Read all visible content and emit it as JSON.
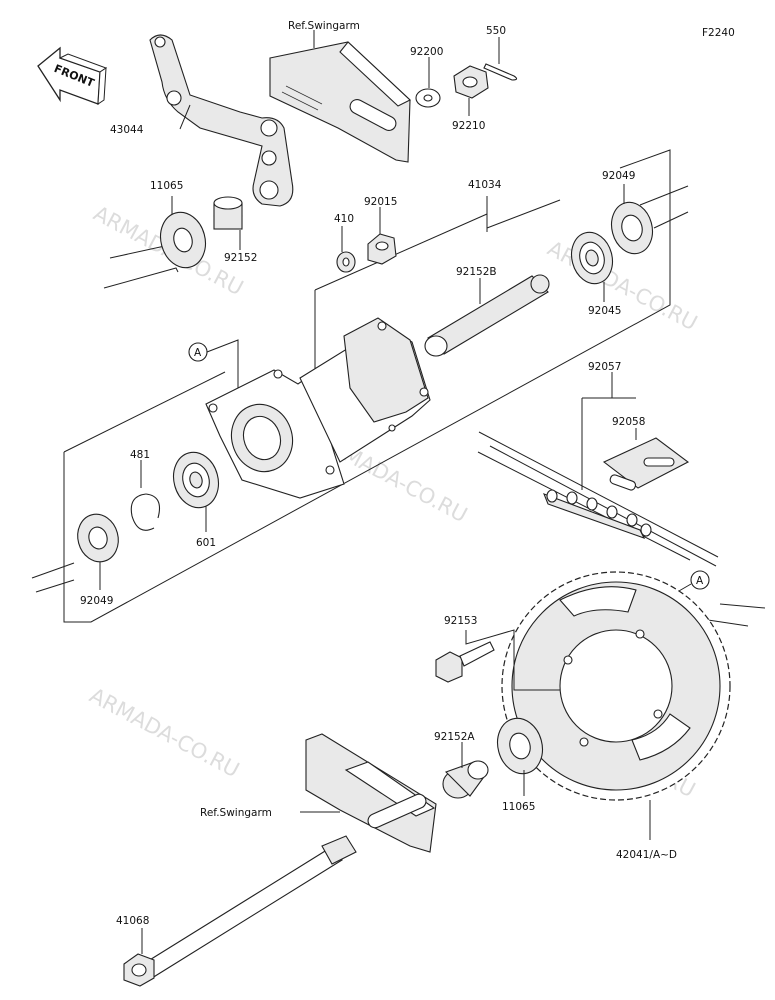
{
  "diagram_code": "F2240",
  "front_label": "FRONT",
  "watermark": "ARMADA-CO.RU",
  "references": {
    "swingarm_top": "Ref.Swingarm",
    "swingarm_bottom": "Ref.Swingarm",
    "callout_hub": "A",
    "callout_sprocket": "A"
  },
  "parts": {
    "p550": "550",
    "p92200": "92200",
    "p92210": "92210",
    "p43044": "43044",
    "p11065_top": "11065",
    "p92152": "92152",
    "p41034": "41034",
    "p92049_right": "92049",
    "p410": "410",
    "p92015": "92015",
    "p92152B": "92152B",
    "p92045": "92045",
    "p92057": "92057",
    "p92058": "92058",
    "p481": "481",
    "p601": "601",
    "p92049_left": "92049",
    "p92153": "92153",
    "p92152A": "92152A",
    "p11065_bottom": "11065",
    "p42041": "42041/A~D",
    "p41068": "41068"
  }
}
